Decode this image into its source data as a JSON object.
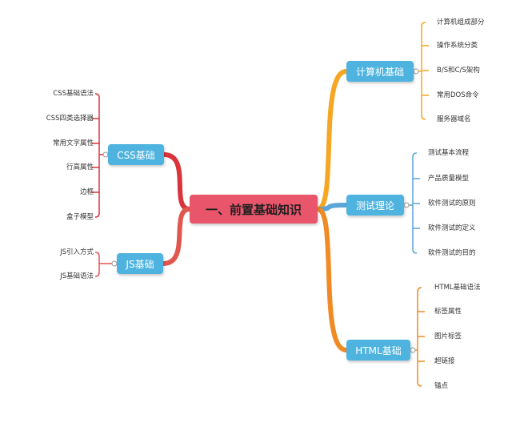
{
  "center": {
    "label": "一、前置基础知识",
    "color": "#e9566b"
  },
  "branches": [
    {
      "label": "计算机基础",
      "color": "#f5a623",
      "items": [
        "计算机组成部分",
        "操作系统分类",
        "B/S和C/S架构",
        "常用DOS命令",
        "服务器域名"
      ]
    },
    {
      "label": "测试理论",
      "color": "#5aa6d6",
      "items": [
        "测试基本流程",
        "产品质量模型",
        "软件测试的原则",
        "软件测试的定义",
        "软件测试的目的"
      ]
    },
    {
      "label": "HTML基础",
      "color": "#f08a24",
      "items": [
        "HTML基础语法",
        "标签属性",
        "图片标签",
        "超链接",
        "锚点"
      ]
    },
    {
      "label": "CSS基础",
      "color": "#d9343a",
      "items": [
        "CSS基础语法",
        "CSS四类选择器",
        "常用文字属性",
        "行高属性",
        "边框",
        "盒子模型"
      ]
    },
    {
      "label": "JS基础",
      "color": "#e0574e",
      "items": [
        "JS引入方式",
        "JS基础语法"
      ]
    }
  ],
  "branch_box_color": "#4fb3df"
}
